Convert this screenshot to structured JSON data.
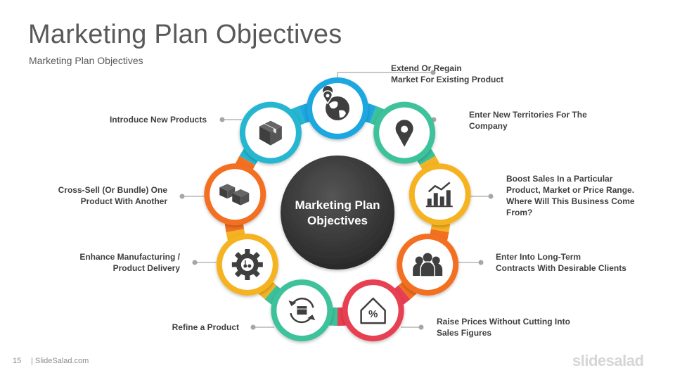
{
  "header": {
    "title": "Marketing Plan Objectives",
    "subtitle": "Marketing Plan Objectives"
  },
  "center": {
    "line1": "Marketing Plan",
    "line2": "Objectives",
    "color": "#3a3a3a"
  },
  "objectives": [
    {
      "lines": [
        "Extend Or Regain",
        "Market For Existing Product"
      ],
      "icon": "globe-icon",
      "color": "#1ea7e1"
    },
    {
      "lines": [
        "Enter New Territories For The",
        "Company"
      ],
      "icon": "location-pin-icon",
      "color": "#3cc29b"
    },
    {
      "lines": [
        "Boost Sales In a Particular",
        "Product, Market or Price Range.",
        "Where Will This Business Come",
        "From?"
      ],
      "icon": "bar-chart-icon",
      "color": "#f5b323"
    },
    {
      "lines": [
        "Enter Into Long-Term",
        "Contracts With Desirable Clients"
      ],
      "icon": "users-group-icon",
      "color": "#f37021"
    },
    {
      "lines": [
        "Raise Prices Without Cutting Into",
        "Sales Figures"
      ],
      "icon": "house-percent-icon",
      "color": "#e74052"
    },
    {
      "lines": [
        "Refine a Product"
      ],
      "icon": "refresh-box-icon",
      "color": "#3cc29b"
    },
    {
      "lines": [
        "Enhance Manufacturing /",
        "Product Delivery"
      ],
      "icon": "gear-icon",
      "color": "#f5b323"
    },
    {
      "lines": [
        "Cross-Sell (Or Bundle)  One",
        "Product With Another"
      ],
      "icon": "boxes-icon",
      "color": "#f37021"
    },
    {
      "lines": [
        "Introduce New Products"
      ],
      "icon": "box-icon",
      "color": "#26b6d0"
    }
  ],
  "footer": {
    "page_number": "15",
    "site": "| SlideSalad.com",
    "brand": "slidesalad"
  }
}
